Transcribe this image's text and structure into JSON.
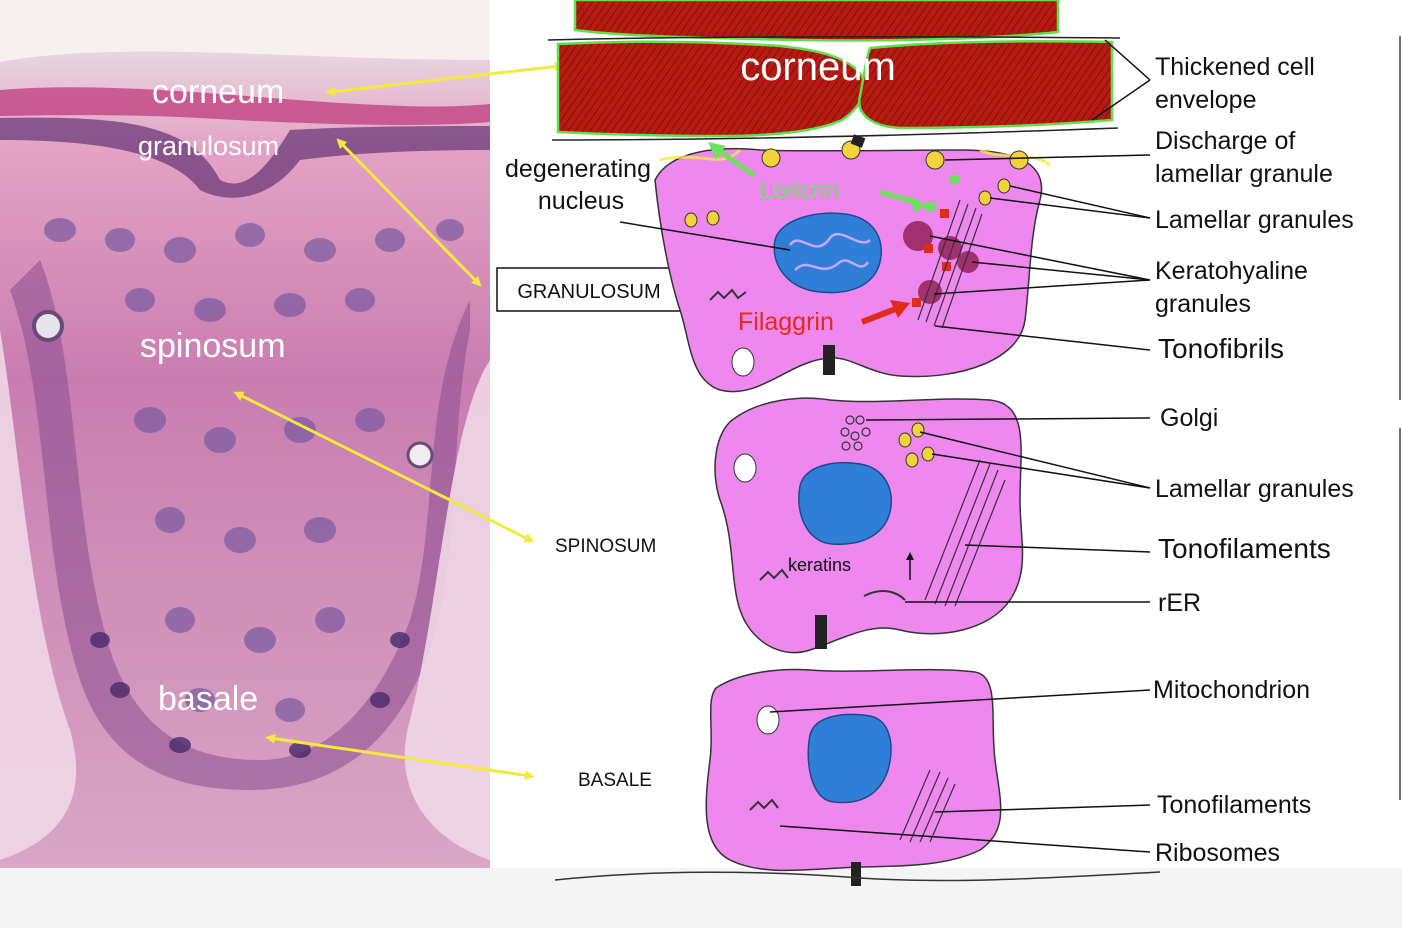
{
  "histology_labels": {
    "corneum": "corneum",
    "granulosum": "granulosum",
    "spinosum": "spinosum",
    "basale": "basale"
  },
  "layer_labels": {
    "granulosum": "GRANULOSUM",
    "spinosum": "SPINOSUM",
    "basale": "BASALE"
  },
  "diagram_labels": {
    "corneum": "corneum",
    "degenerating_nucleus_line1": "degenerating",
    "degenerating_nucleus_line2": "nucleus",
    "loricrin": "Loricrin",
    "filaggrin": "Filaggrin",
    "keratins": "keratins"
  },
  "callouts": {
    "thickened_envelope_line1": "Thickened cell",
    "thickened_envelope_line2": "envelope",
    "discharge_line1": "Discharge of",
    "discharge_line2": "lamellar granule",
    "lamellar_granules_1": "Lamellar granules",
    "keratohyaline_line1": "Keratohyaline",
    "keratohyaline_line2": "granules",
    "tonofibrils": "Tonofibrils",
    "golgi": "Golgi",
    "lamellar_granules_2": "Lamellar granules",
    "tonofilaments_1": "Tonofilaments",
    "rer": "rER",
    "mitochondrion": "Mitochondrion",
    "tonofilaments_2": "Tonofilaments",
    "ribosomes": "Ribosomes"
  },
  "colors": {
    "corneum_red": "#b81a12",
    "envelope_green": "#5ee04a",
    "cell_pink": "#ee88ee",
    "nucleus_blue": "#2f7fd8",
    "arrow_yellow": "#f2ea3c",
    "loricrin_green": "#6ee060",
    "filaggrin_red": "#e02a1a",
    "histo_pink": "#c77ba6",
    "histo_purple": "#8a4d8e"
  }
}
